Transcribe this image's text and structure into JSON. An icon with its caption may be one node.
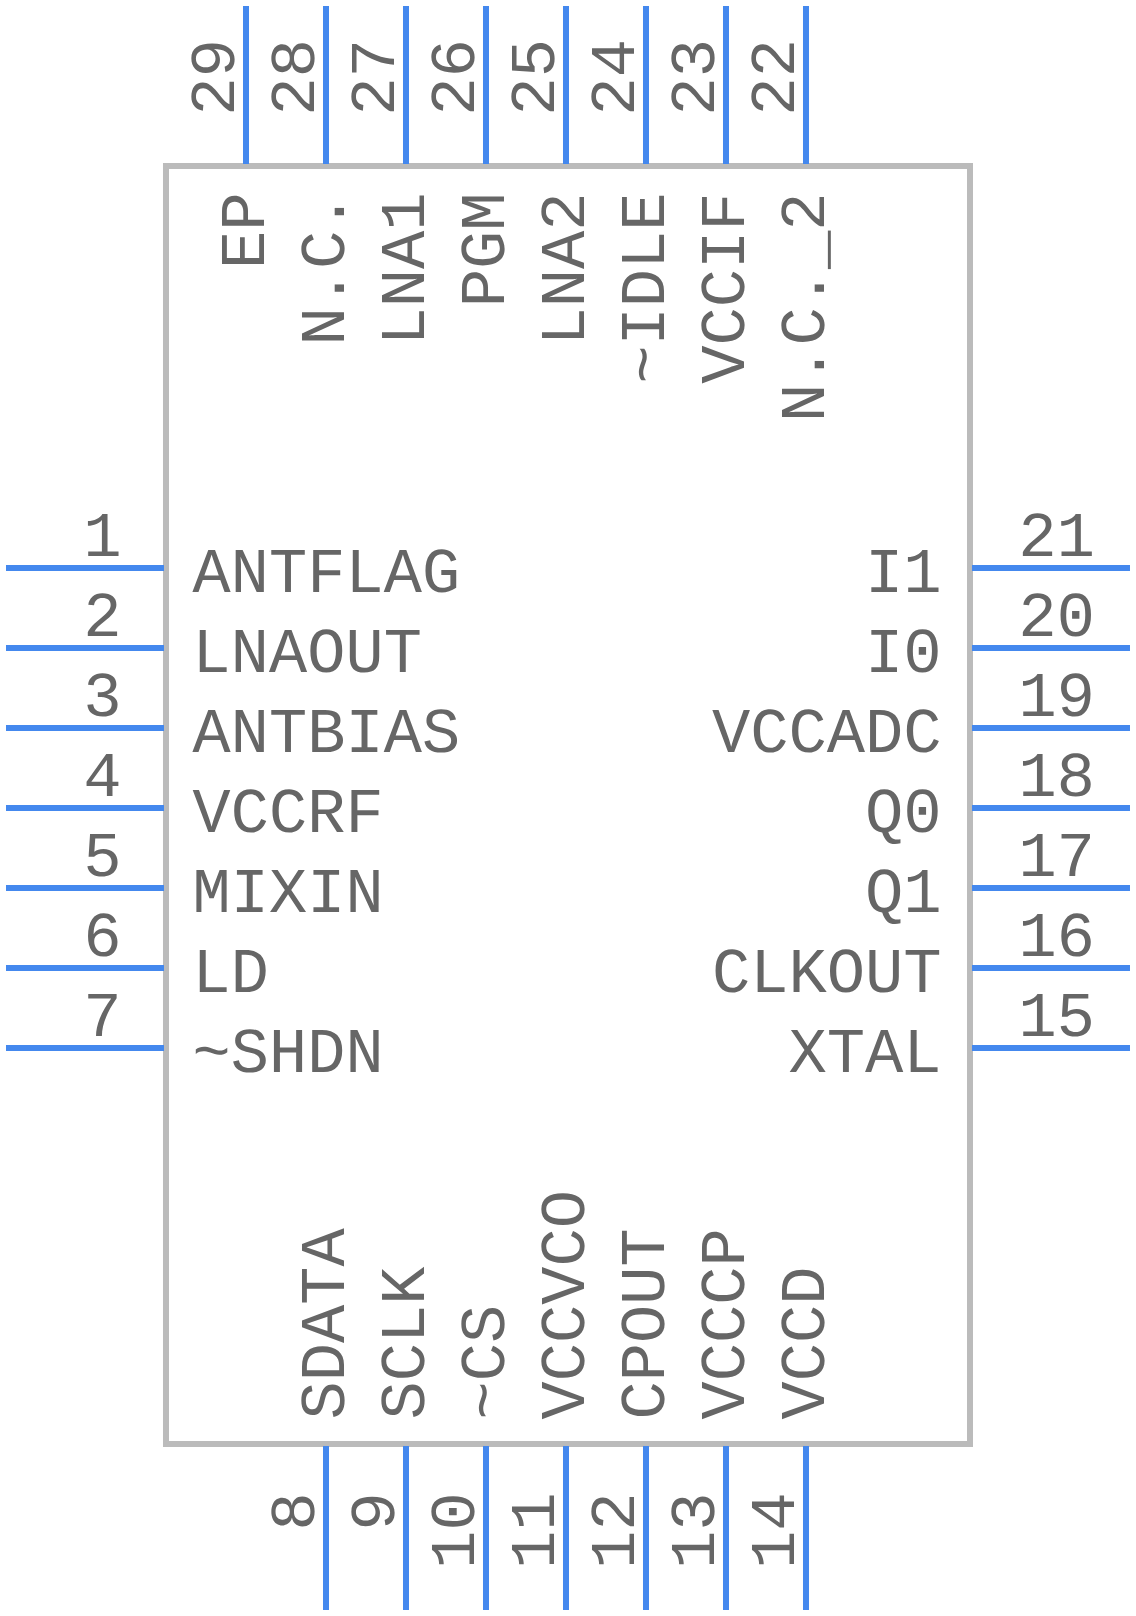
{
  "diagram": {
    "nodes": [
      {
        "text": [],
        "shape": "box"
      }
    ],
    "labels": [
      "1",
      "ANTFLAG",
      "2",
      "LNAOUT",
      "3",
      "ANTBIAS",
      "4",
      "VCCRF",
      "5",
      "MIXIN",
      "6",
      "LD",
      "7",
      "~SHDN",
      "8",
      "SDATA",
      "9",
      "SCLK",
      "10",
      "~CS",
      "11",
      "VCCVCO",
      "12",
      "CPOUT",
      "13",
      "VCCCP",
      "14",
      "VCCD",
      "15",
      "XTAL",
      "16",
      "CLKOUT",
      "17",
      "Q1",
      "18",
      "Q0",
      "19",
      "VCCADC",
      "20",
      "I0",
      "21",
      "I1",
      "22",
      "N.C._2",
      "23",
      "VCCIF",
      "24",
      "~IDLE",
      "25",
      "LNA2",
      "26",
      "PGM",
      "27",
      "LNA1",
      "28",
      "N.C.",
      "29",
      "EP"
    ]
  }
}
